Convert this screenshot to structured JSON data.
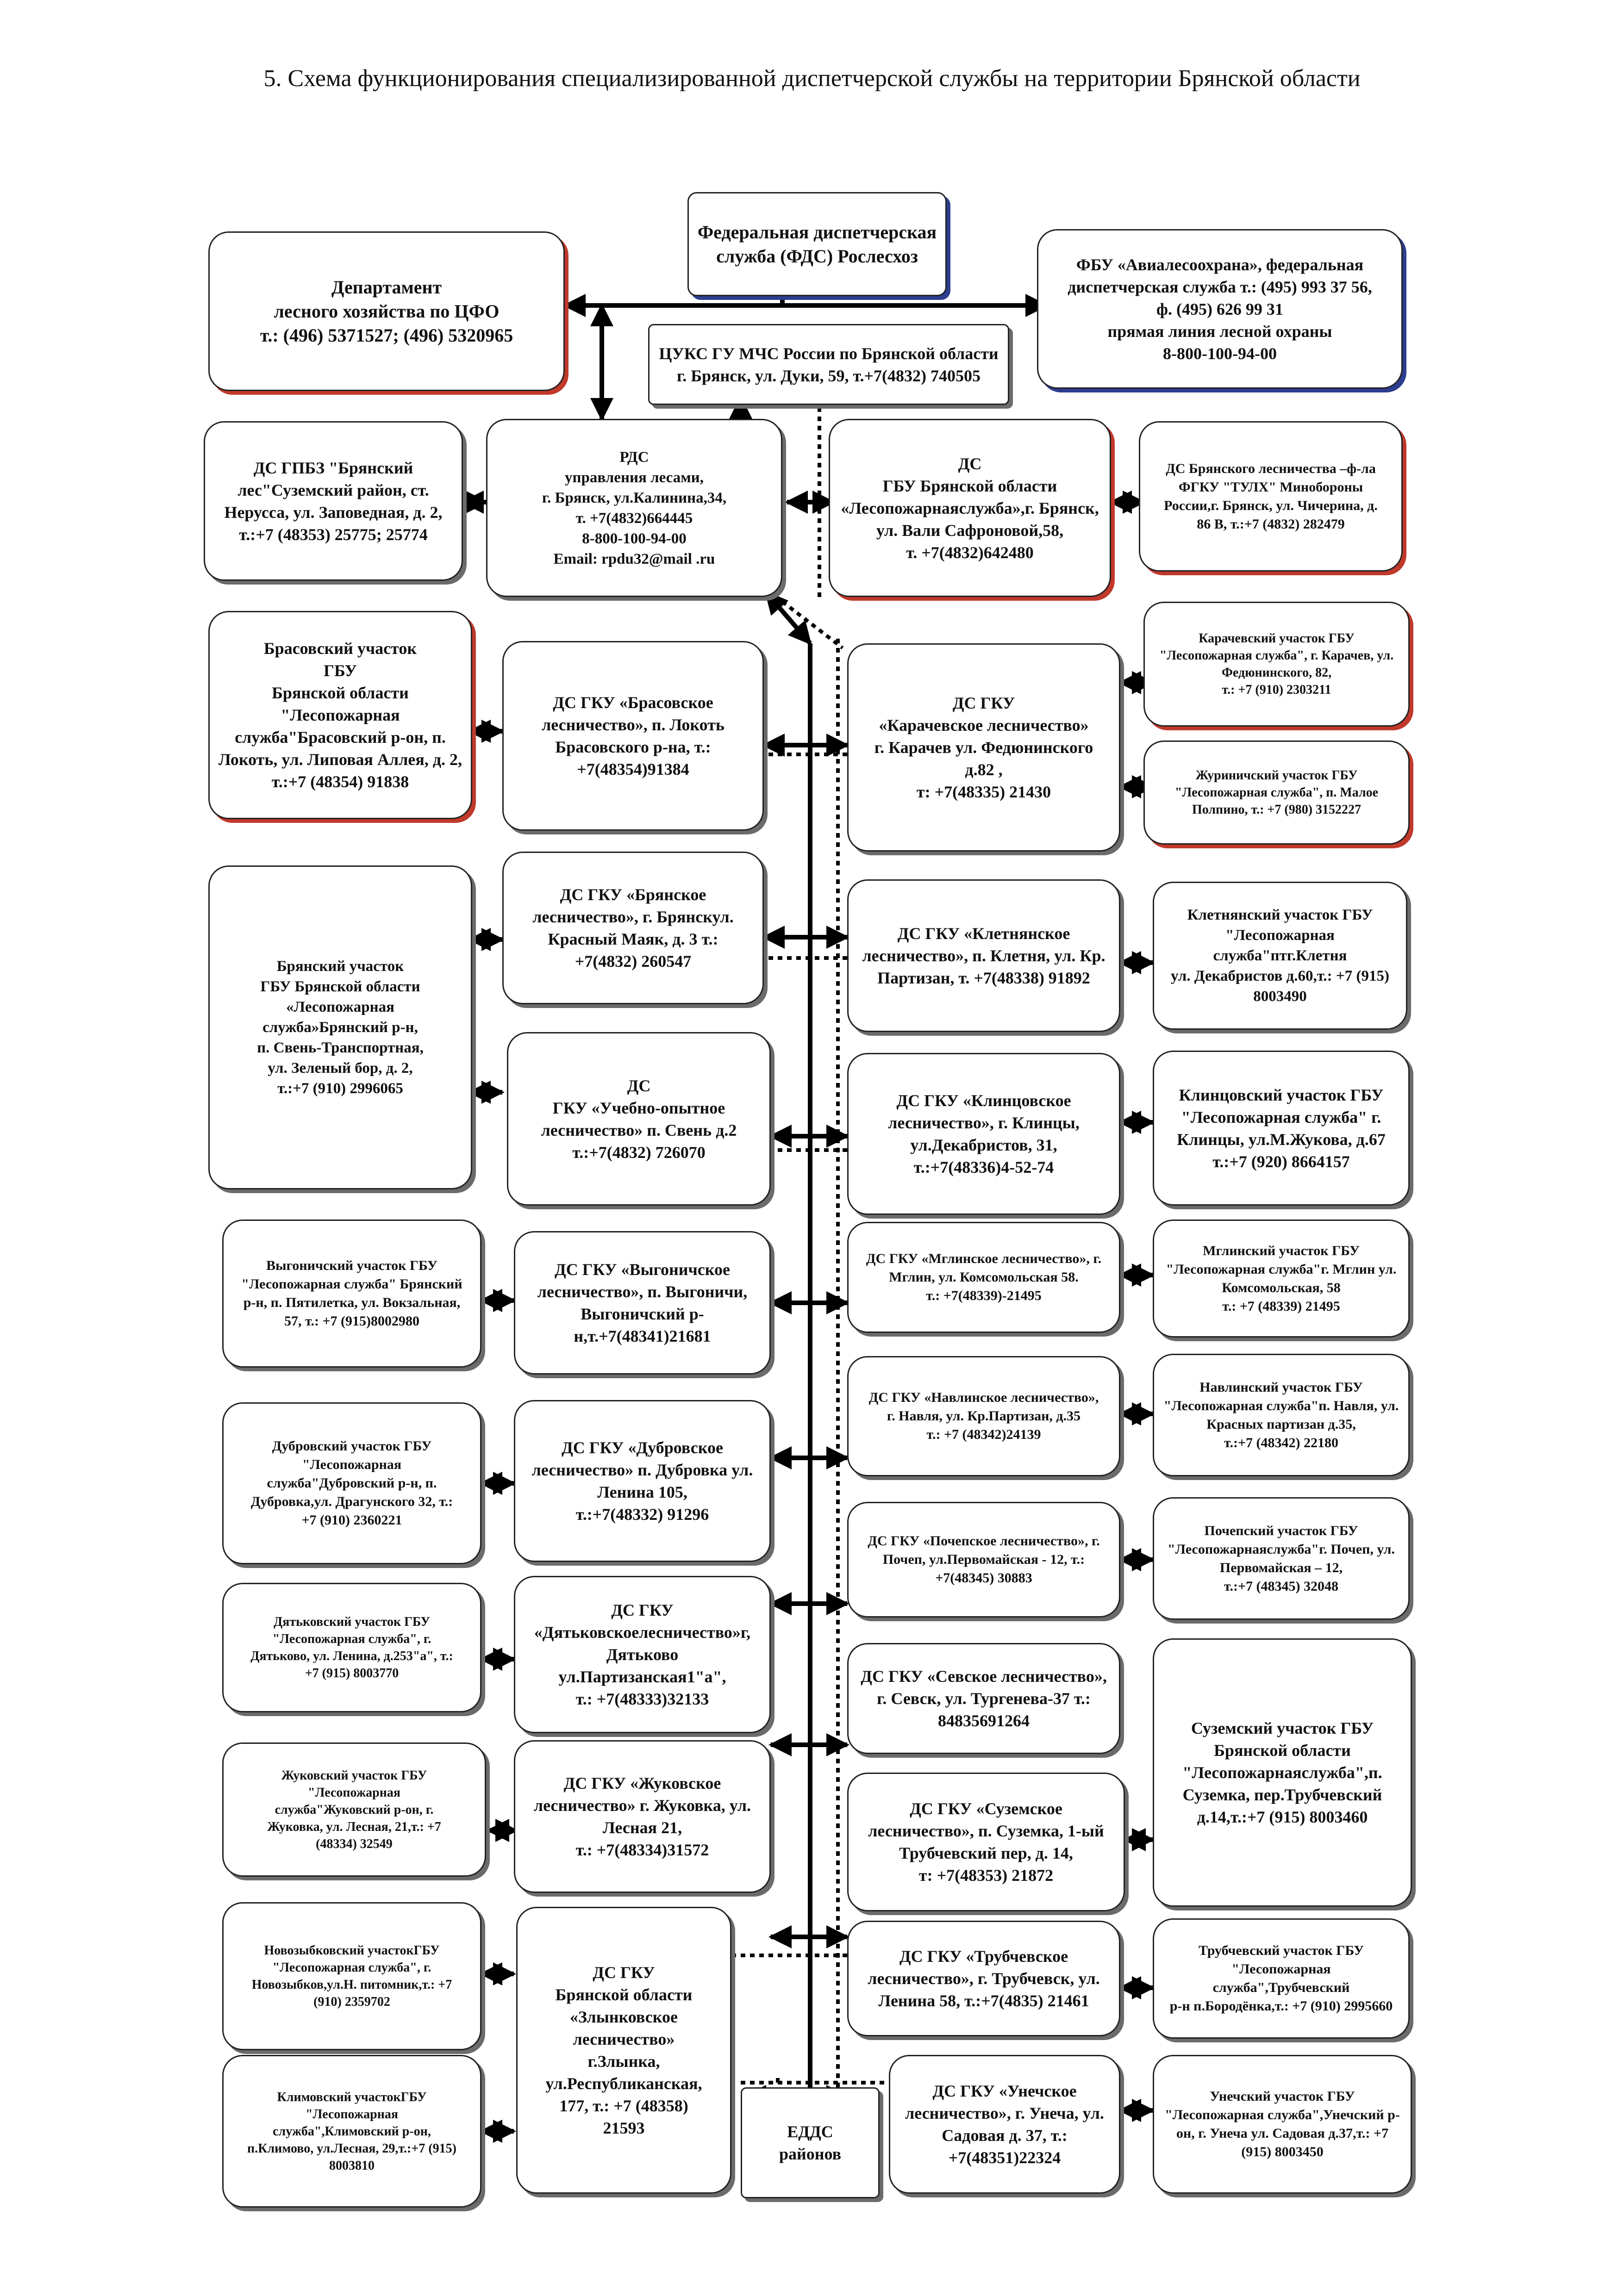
{
  "title": "5. Схема функционирования специализированной диспетчерской службы на территории Брянской области",
  "boxes": {
    "fds": "Федеральная диспетчерская\nслужба  (ФДС) Рослесхоз",
    "dept": "Департамент\nлесного хозяйства по ЦФО\nт.: (496) 5371527; (496) 5320965",
    "fbu": "ФБУ «Авиалесоохрана»,  федеральная\nдиспетчерская служба т.:  (495) 993 37 56,\nф. (495) 626 99 31\nпрямая линия лесной охраны\n8-800-100-94-00",
    "tsuks": "ЦУКС ГУ МЧС России по Брянской области\nг. Брянск, ул. Дуки, 59,  т.+7(4832) 740505",
    "gpbz": "ДС ГПБЗ \"Брянский\nлес\"Суземский район, ст.\nНерусса, ул. Заповедная, д. 2,\nт.:+7 (48353) 25775; 25774",
    "rds": "РДС\nуправления лесами,\nг. Брянск, ул.Калинина,34,\nт. +7(4832)664445\n8-800-100-94-00\nEmail: rpdu32@mail .ru",
    "lesopozh": "ДС\nГБУ Брянской области\n«Лесопожарнаяслужба»,г. Брянск,\nул. Вали Сафроновой,58,\nт. +7(4832)642480",
    "tulh": "ДС Брянского лесничества –ф-ла\nФГКУ \"ТУЛХ\" Минобороны\nРоссии,г. Брянск, ул. Чичерина, д.\n86 В, т.:+7 (4832) 282479",
    "bras_uch": "Брасовский участок\nГБУ\nБрянской области\n\"Лесопожарная\nслужба\"Брасовский р-он, п.\nЛокоть, ул. Липовая Аллея, д. 2,\nт.:+7 (48354) 91838",
    "bras_les": "ДС ГКУ «Брасовское\nлесничество», п. Локоть\nБрасовского р-на, т.:\n+7(48354)91384",
    "karach_les": "ДС ГКУ\n«Карачевское лесничество»\nг. Карачев ул. Федюнинского\nд.82 ,\nт: +7(48335) 21430",
    "karach_uch": "Карачевский участок ГБУ\n\"Лесопожарная служба\", г. Карачев, ул.\nФедюнинского, 82,\nт.: +7 (910) 2303211",
    "zhur_uch": "Журиничский участок ГБУ\n\"Лесопожарная служба\", п. Малое\nПолпино, т.: +7 (980) 3152227",
    "bryansk_uch": "Брянский участок\nГБУ Брянской области\n«Лесопожарная\nслужба»Брянский р-н,\nп. Свень-Транспортная,\nул. Зеленый бор, д. 2,\nт.:+7 (910) 2996065",
    "bryansk_les": "ДС ГКУ «Брянское\nлесничество», г. Брянскул.\nКрасный Маяк, д. 3   т.:\n+7(4832) 260547",
    "kletn_les": "ДС ГКУ «Клетнянское\nлесничество», п. Клетня, ул. Кр.\nПартизан, т. +7(48338) 91892",
    "kletn_uch": "Клетнянский участок ГБУ\n\"Лесопожарная служба\"птг.Клетня\nул. Декабристов д.60,т.:  +7 (915)\n8003490",
    "uchebno_les": "ДС\nГКУ «Учебно-опытное\nлесничество» п. Свень д.2\nт.:+7(4832) 726070",
    "klintsy_les": "ДС ГКУ «Клинцовское\nлесничество», г. Клинцы,\nул.Декабристов, 31,\nт.:+7(48336)4-52-74",
    "klintsy_uch": "Клинцовский участок ГБУ\n\"Лесопожарная служба\" г.\nКлинцы, ул.М.Жукова, д.67\nт.:+7 (920) 8664157",
    "vygon_uch": "Выгоничский участок ГБУ\n\"Лесопожарная служба\" Брянский\nр-н, п. Пятилетка, ул. Вокзальная,\n57, т.: +7 (915)8002980",
    "vygon_les": "ДС ГКУ «Выгоничское\nлесничество», п. Выгоничи,\nВыгоничский р-\nн,т.+7(48341)21681",
    "mglin_les": "ДС ГКУ «Мглинское лесничество», г.\nМглин, ул. Комсомольская 58.\nт.: +7(48339)-21495",
    "mglin_uch": "Мглинский участок ГБУ\n\"Лесопожарная служба\"г. Мглин ул.\nКомсомольская, 58\nт.: +7 (48339) 21495",
    "navlya_les": "ДС ГКУ «Навлинское лесничество»,\nг. Навля, ул. Кр.Партизан, д.35\nт.: +7 (48342)24139",
    "navlya_uch": "Навлинский участок ГБУ\n\"Лесопожарная служба\"п. Навля, ул.\nКрасных партизан д.35,\nт.:+7 (48342) 22180",
    "dubr_uch": "Дубровский участок  ГБУ\n\"Лесопожарная\nслужба\"Дубровский р-н, п.\nДубровка,ул. Драгунского 32, т.:\n+7 (910) 2360221",
    "dubr_les": "ДС ГКУ «Дубровское\nлесничество» п. Дубровка ул.\nЛенина 105,\nт.:+7(48332) 91296",
    "pochep_les": "ДС ГКУ «Почепское лесничество», г.\nПочеп, ул.Первомайская  - 12, т.:\n+7(48345) 30883",
    "pochep_uch": "Почепский участок ГБУ\n\"Лесопожарнаяслужба\"г. Почеп, ул.\nПервомайская – 12,\nт.:+7 (48345) 32048",
    "dyat_uch": "Дятьковский участок ГБУ\n\"Лесопожарная служба\", г.\nДятьково, ул. Ленина, д.253\"а\", т.:\n+7 (915) 8003770",
    "dyat_les": "ДС ГКУ\n«Дятьковскоелесничество»г,\nДятьково\nул.Партизанская1\"а\",\nт.: +7(48333)32133",
    "sevsk_les": "ДС ГКУ «Севское лесничество»,\nг. Севск, ул. Тургенева-37 т.:\n84835691264",
    "suzem_uch": "Суземский участок ГБУ\nБрянской области\n\"Лесопожарнаяслужба\",п.\nСуземка, пер.Трубчевский\nд.14,т.:+7 (915) 8003460",
    "zhuk_uch": "Жуковский участок ГБУ\n\"Лесопожарная\nслужба\"Жуковский р-он, г.\nЖуковка, ул. Лесная, 21,т.:  +7\n(48334) 32549",
    "zhuk_les": "ДС ГКУ «Жуковское\nлесничество» г. Жуковка, ул.\nЛесная 21,\nт.: +7(48334)31572",
    "suzem_les": "ДС ГКУ «Суземское\nлесничество», п. Суземка, 1-ый\nТрубчевский пер, д. 14,\nт: +7(48353) 21872",
    "novoz_uch": "Новозыбковский участокГБУ\n\"Лесопожарная служба\", г.\nНовозыбков,ул.Н. питомник,т.: +7\n(910) 2359702",
    "zlynka_les": "ДС ГКУ\nБрянской области\n«Злынковское\nлесничество»\nг.Злынка,\nул.Республиканская,\n177,  т.: +7 (48358)\n21593",
    "trub_les": "ДС ГКУ «Трубчевское\nлесничество», г. Трубчевск, ул.\nЛенина 58, т.:+7(4835) 21461",
    "trub_uch": "Трубчевский  участок ГБУ\n\"Лесопожарная служба\",Трубчевский\nр-н п.Бородёнка,т.: +7 (910) 2995660",
    "klim_uch": "Климовский участокГБУ\n\"Лесопожарная\nслужба\",Климовский р-он,\nп.Климово, ул.Лесная, 29,т.:+7 (915)\n8003810",
    "edds": "ЕДДС\nрайонов",
    "unecha_les": "ДС ГКУ «Унечское\nлесничество», г. Унеча, ул.\nСадовая д. 37, т.:\n+7(48351)22324",
    "unecha_uch": "Унечский участок ГБУ\n\"Лесопожарная служба\",Унечский р-\nон, г. Унеча ул. Садовая д.37,т.: +7\n(915) 8003450"
  }
}
